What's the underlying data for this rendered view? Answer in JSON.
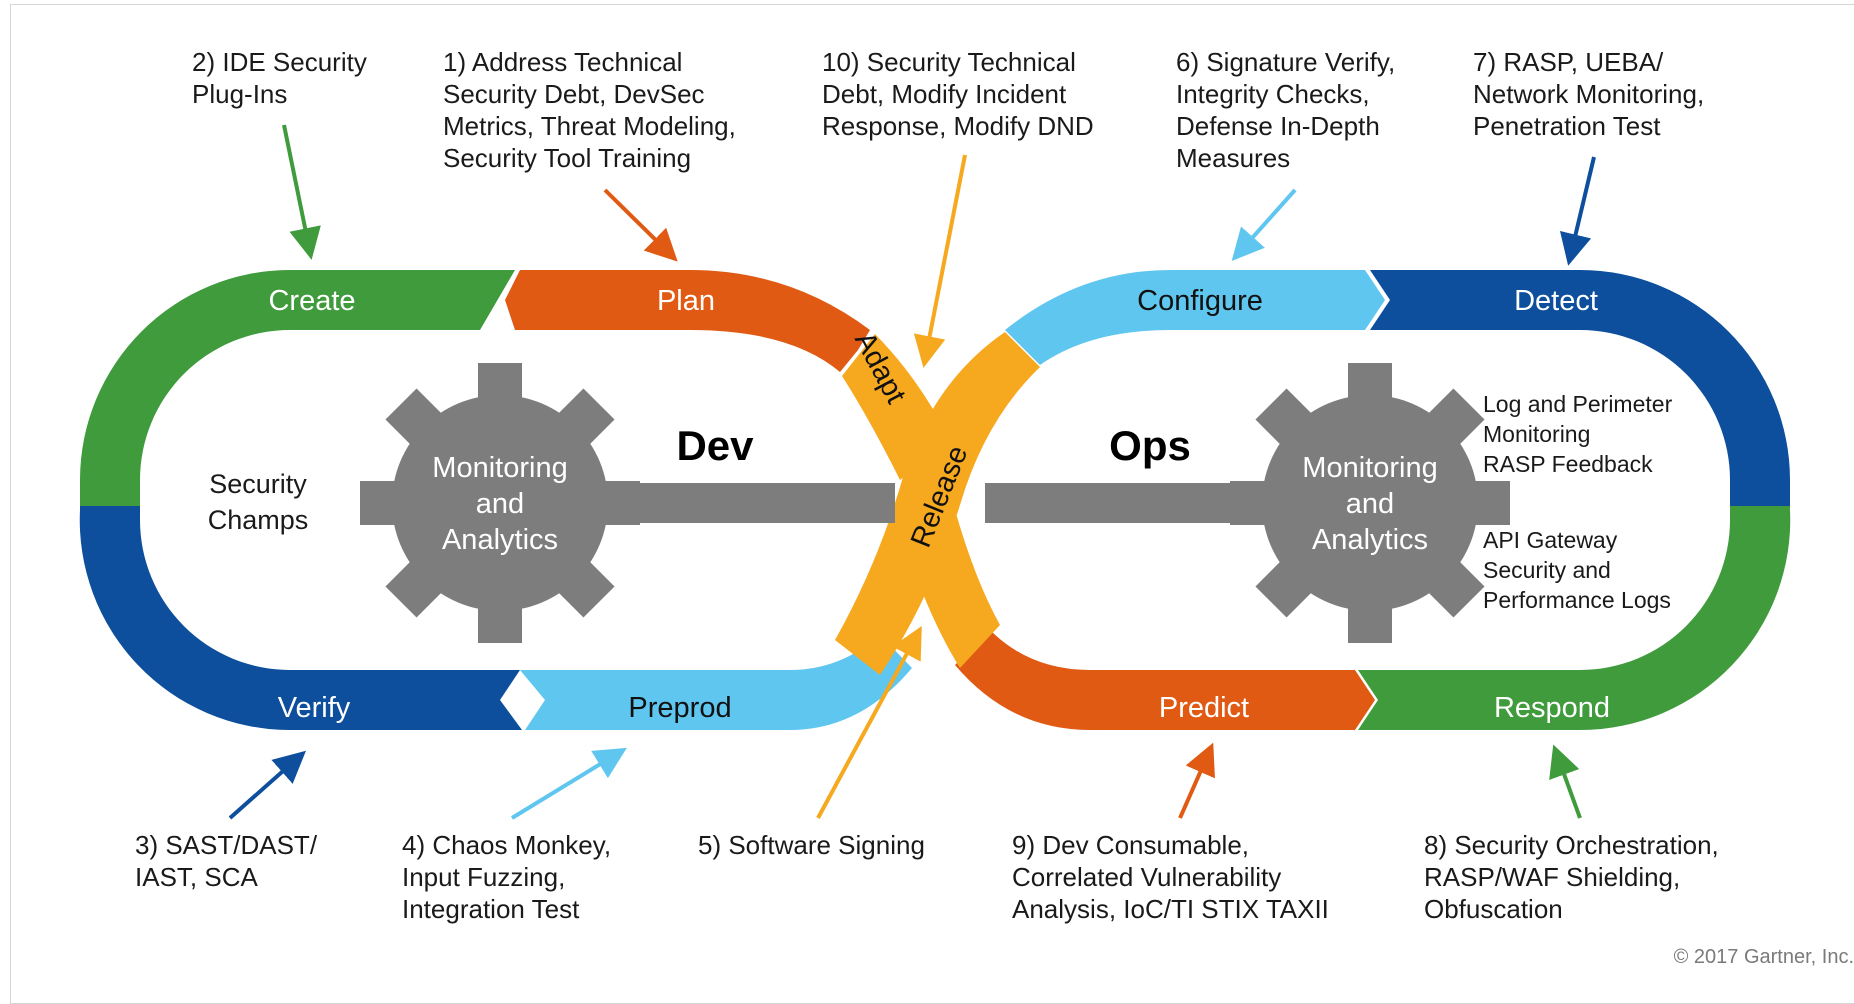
{
  "colors": {
    "green": "#3f9b3c",
    "orange": "#e05a14",
    "lightblue": "#5fc6ef",
    "darkblue": "#0d4f9c",
    "yellow": "#f6a81f",
    "gray": "#7d7d7d"
  },
  "loop": {
    "dev_label": "Dev",
    "ops_label": "Ops",
    "create": "Create",
    "plan": "Plan",
    "verify": "Verify",
    "preprod": "Preprod",
    "configure": "Configure",
    "detect": "Detect",
    "predict": "Predict",
    "respond": "Respond",
    "adapt": "Adapt",
    "release": "Release"
  },
  "gears": {
    "left": [
      "Monitoring",
      "and",
      "Analytics"
    ],
    "right": [
      "Monitoring",
      "and",
      "Analytics"
    ]
  },
  "inner": {
    "security_champs": [
      "Security",
      "Champs"
    ],
    "ops_top": [
      "Log and Perimeter",
      "Monitoring",
      "RASP Feedback"
    ],
    "ops_bottom": [
      "API Gateway",
      "Security and",
      "Performance Logs"
    ]
  },
  "annotations": {
    "a2": "2) IDE Security\nPlug-Ins",
    "a1": "1) Address Technical\nSecurity Debt, DevSec\nMetrics, Threat Modeling,\nSecurity Tool Training",
    "a10": "10) Security Technical\nDebt, Modify Incident\nResponse, Modify DND",
    "a6": "6) Signature Verify,\nIntegrity Checks,\nDefense In-Depth\nMeasures",
    "a7": "7) RASP, UEBA/\nNetwork Monitoring,\nPenetration Test",
    "a3": "3) SAST/DAST/\nIAST, SCA",
    "a4": "4) Chaos Monkey,\nInput Fuzzing,\nIntegration Test",
    "a5": "5) Software Signing",
    "a9": "9) Dev Consumable,\nCorrelated Vulnerability\nAnalysis, IoC/TI STIX TAXII",
    "a8": "8) Security Orchestration,\nRASP/WAF Shielding,\nObfuscation"
  },
  "copyright": "© 2017 Gartner, Inc."
}
